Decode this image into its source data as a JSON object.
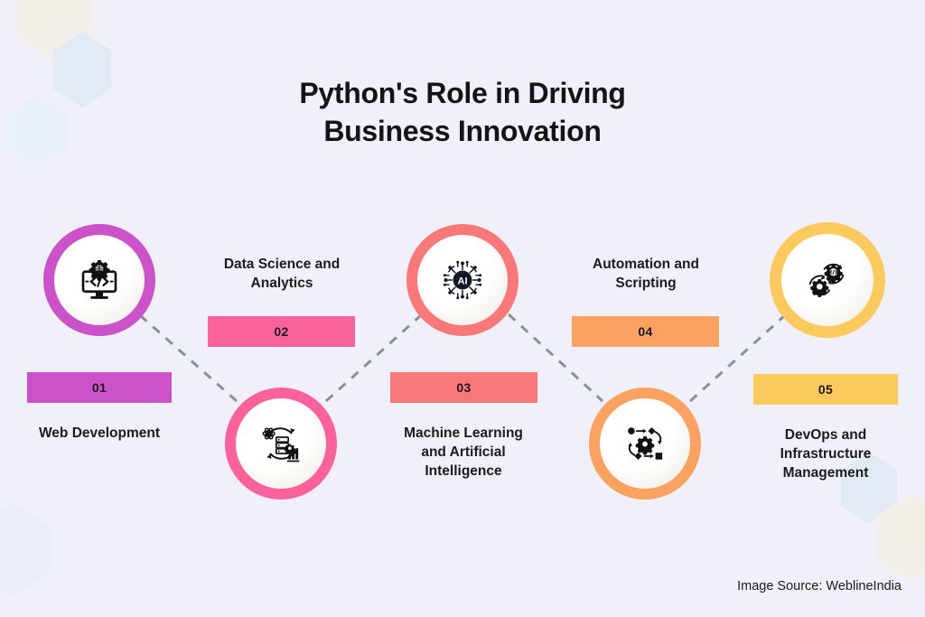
{
  "page": {
    "background_color": "#f0f0fa",
    "title_line1": "Python's Role in Driving",
    "title_line2": "Business Innovation",
    "title_color": "#141318",
    "source_text": "Image Source: WeblineIndia",
    "connector_color": "#8a8fa0"
  },
  "steps": [
    {
      "number": "01",
      "label": "Web Development",
      "color": "#cc52c9",
      "ring_color": "#cc52c9",
      "icon": "monitor-code-gear-icon",
      "position": "top"
    },
    {
      "number": "02",
      "label": "Data Science and Analytics",
      "color": "#fb629c",
      "ring_color": "#fb629c",
      "icon": "data-analytics-icon",
      "position": "bottom"
    },
    {
      "number": "03",
      "label": "Machine Learning and Artificial Intelligence",
      "color": "#fb7878",
      "ring_color": "#fb7878",
      "icon": "ai-chip-icon",
      "position": "top"
    },
    {
      "number": "04",
      "label": "Automation and Scripting",
      "color": "#fca261",
      "ring_color": "#fca261",
      "icon": "automation-workflow-icon",
      "position": "bottom"
    },
    {
      "number": "05",
      "label": "DevOps and Infrastructure Management",
      "color": "#fcca5c",
      "ring_color": "#fcca5c",
      "icon": "devops-gears-icon",
      "position": "top"
    }
  ],
  "captions": {
    "step1_lines": [
      "Web Development"
    ],
    "step2_lines": [
      "Data Science and",
      "Analytics"
    ],
    "step3_lines": [
      "Machine Learning",
      "and Artificial",
      "Intelligence"
    ],
    "step4_lines": [
      "Automation and",
      "Scripting"
    ],
    "step5_lines": [
      "DevOps and",
      "Infrastructure",
      "Management"
    ]
  }
}
